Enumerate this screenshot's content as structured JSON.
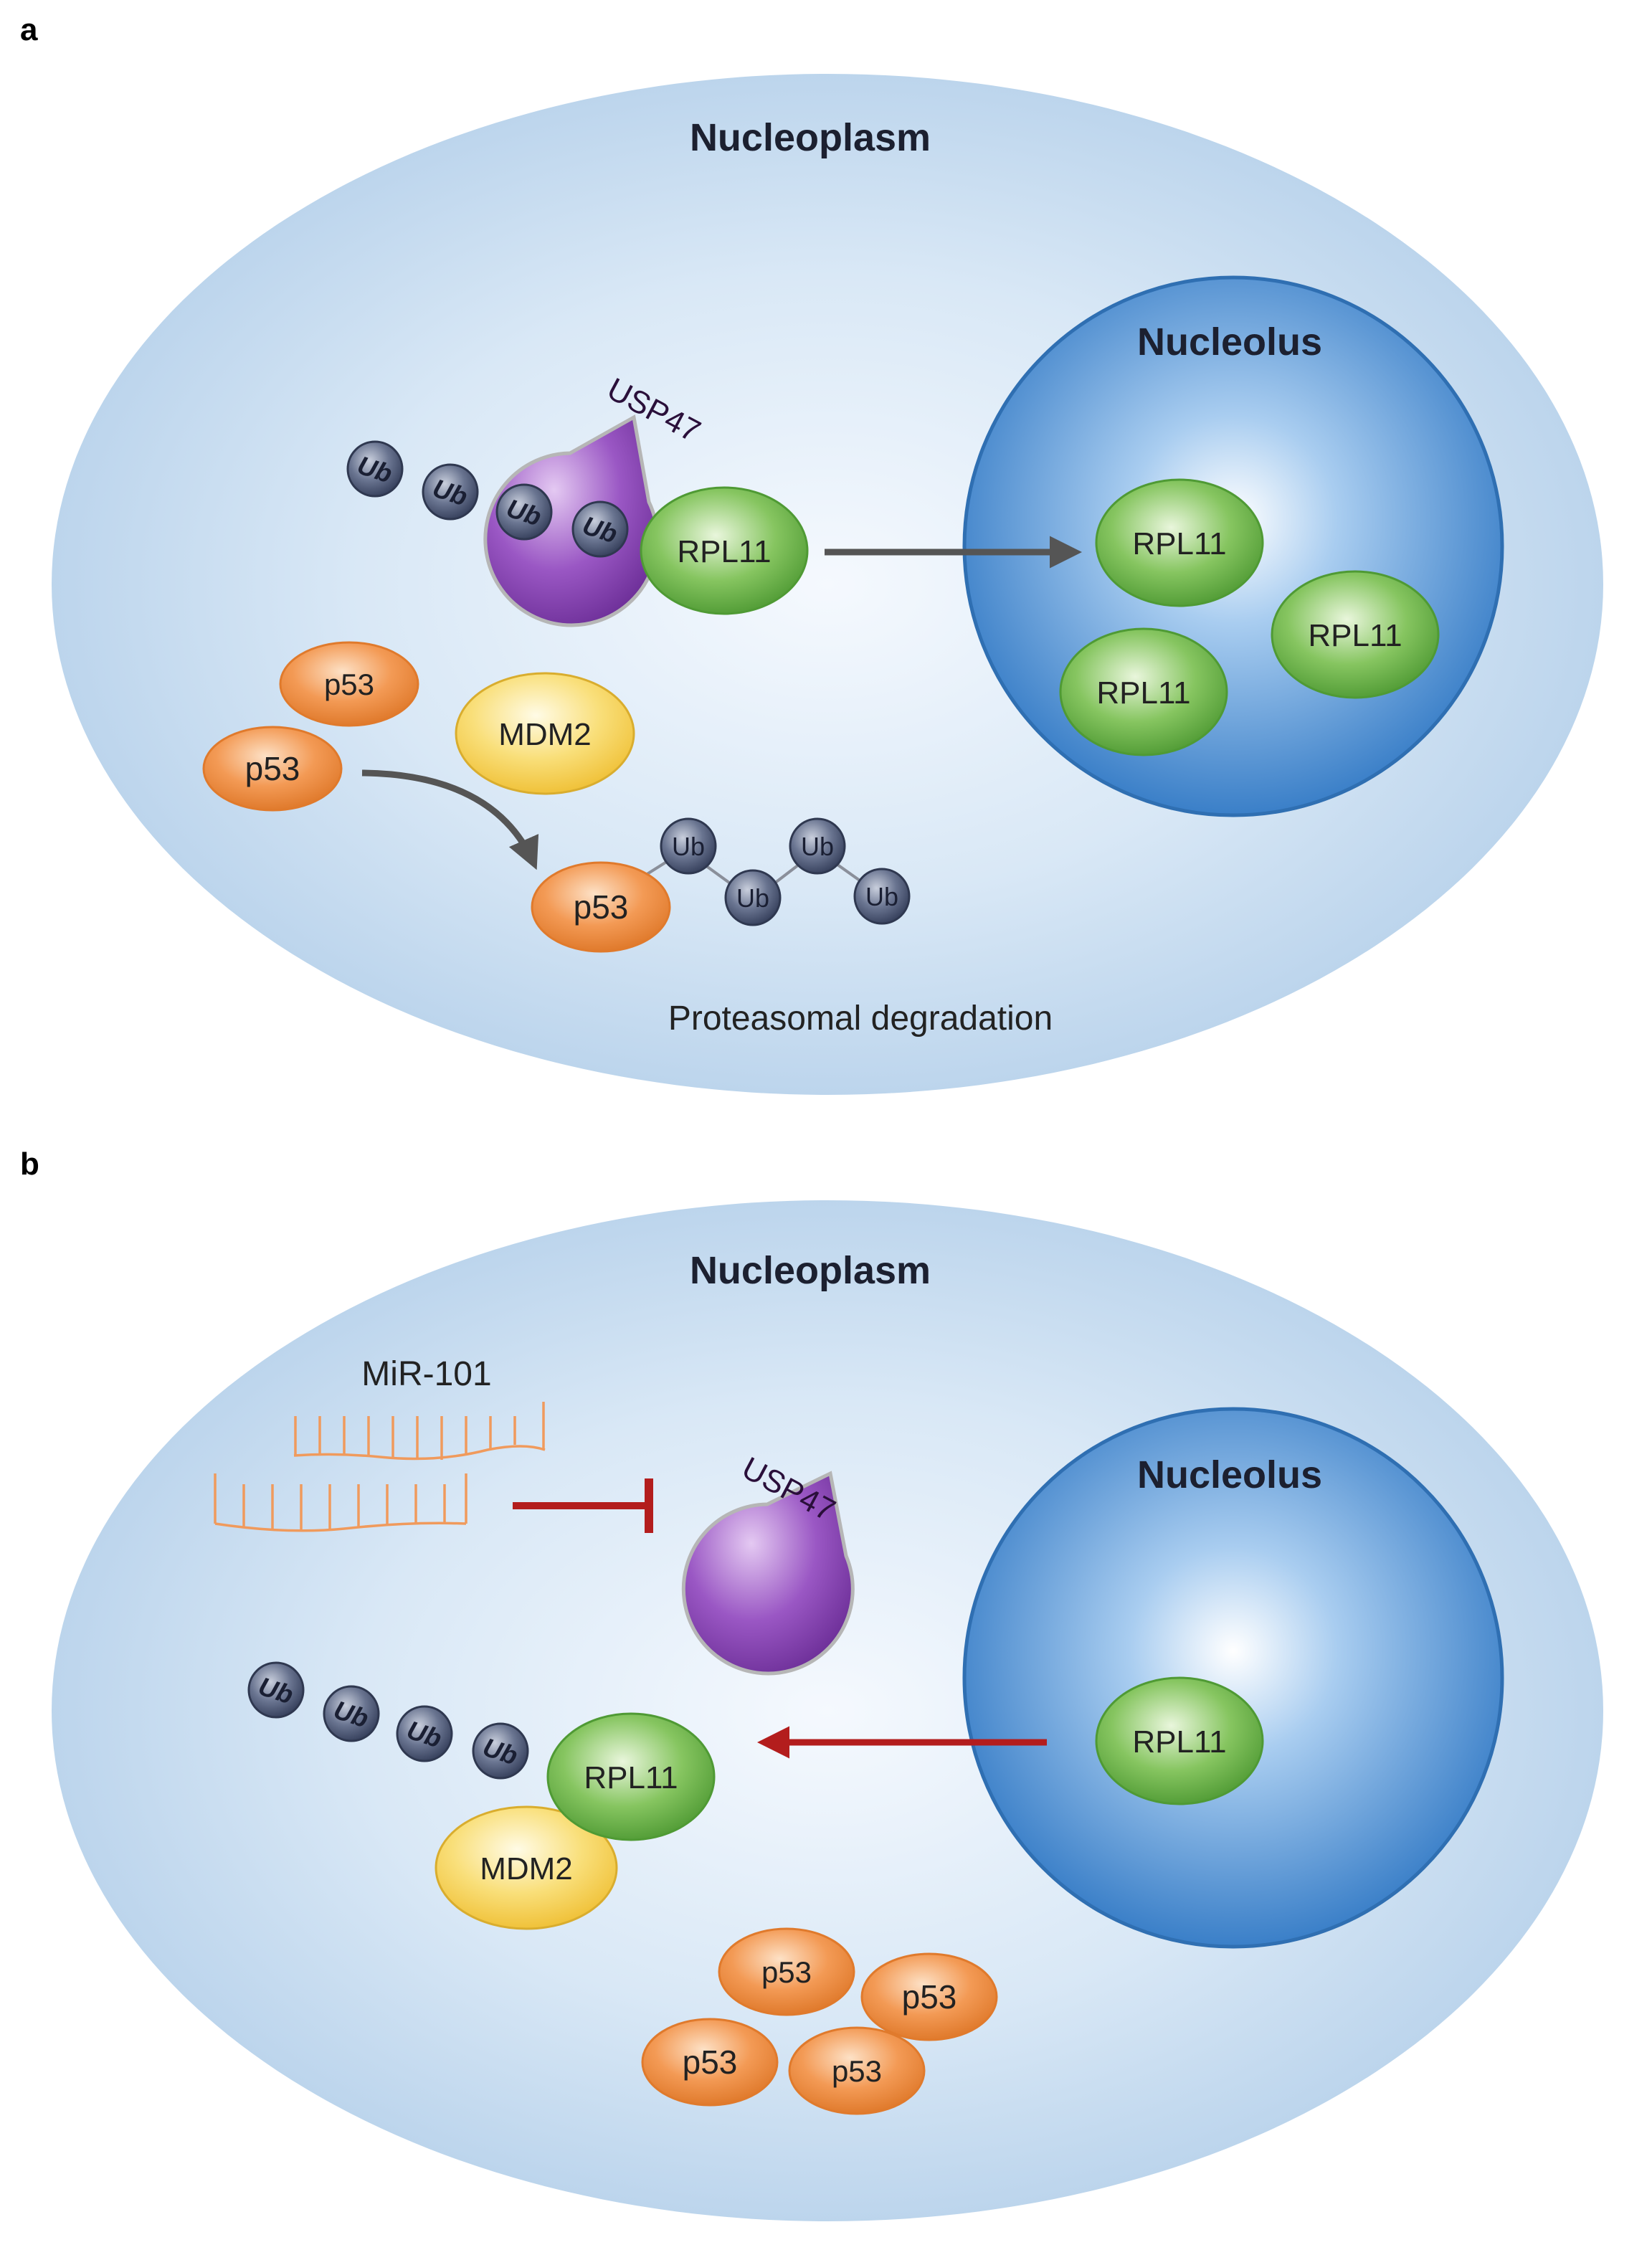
{
  "panels": [
    {
      "label": "a",
      "nucleoplasm_label": "Nucleoplasm",
      "nucleolus_label": "Nucleolus",
      "usp47_label": "USP47",
      "ub_label": "Ub",
      "rpl11_label": "RPL11",
      "p53_label": "p53",
      "mdm2_label": "MDM2",
      "degradation_label": "Proteasomal degradation"
    },
    {
      "label": "b",
      "nucleoplasm_label": "Nucleoplasm",
      "nucleolus_label": "Nucleolus",
      "mirna_label": "MiR-101",
      "usp47_label": "USP47",
      "ub_label": "Ub",
      "rpl11_label": "RPL11",
      "mdm2_label": "MDM2",
      "p53_label": "p53"
    }
  ],
  "colors": {
    "nucleoplasm": "#c2d8ee",
    "nucleolus": "#3f86d0",
    "rpl11": "#6cb24a",
    "p53": "#ef8d44",
    "mdm2": "#f5d259",
    "usp47": "#8a49b4",
    "ubiquitin": "#4b5671",
    "translocation_arrow": "#555555",
    "inhibition": "#b31d1d",
    "release_arrow": "#b31d1d",
    "mirna": "#f09a5c"
  }
}
